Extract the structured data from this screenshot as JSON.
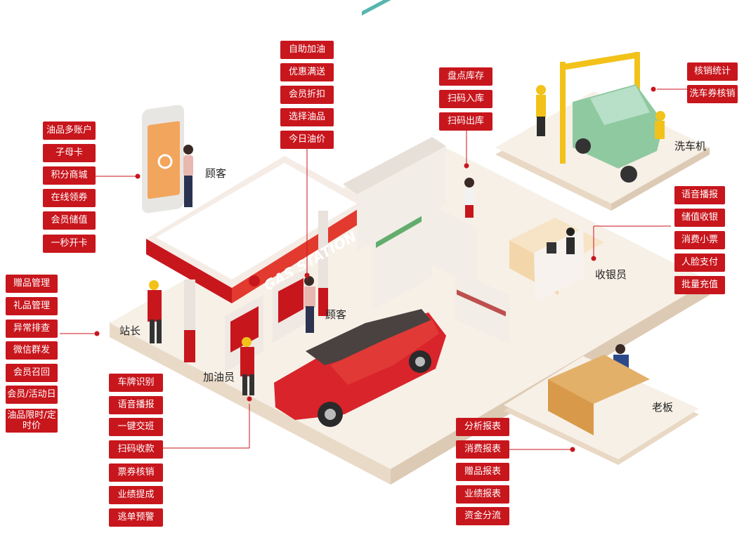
{
  "roles": {
    "customer_top": "顾客",
    "customer_mid": "顾客",
    "station_master": "站长",
    "fuel_attendant": "加油员",
    "cashier": "收银员",
    "car_wash": "洗车机",
    "boss": "老板"
  },
  "sign_text": "GAS STATION",
  "customer_features": [
    "油品多账户",
    "子母卡",
    "积分商城",
    "在线领券",
    "会员储值",
    "一秒开卡"
  ],
  "station_master_features": [
    "赠品管理",
    "礼品管理",
    "异常排查",
    "微信群发",
    "会员召回",
    "会员/活动日",
    "油品限时/定\n时价"
  ],
  "top_center_features": [
    "自助加油",
    "优惠满送",
    "会员折扣",
    "选择油品",
    "今日油价"
  ],
  "inventory_features": [
    "盘点库存",
    "扫码入库",
    "扫码出库"
  ],
  "car_wash_features": [
    "核销统计",
    "洗车券核销"
  ],
  "cashier_features": [
    "语音播报",
    "储值收银",
    "消费小票",
    "人脸支付",
    "批量充值"
  ],
  "attendant_features": [
    "车牌识别",
    "语音播报",
    "一键交班",
    "扫码收款",
    "票券核销",
    "业绩提成",
    "逃单预警"
  ],
  "boss_features": [
    "分析报表",
    "消费报表",
    "赠品报表",
    "业绩报表",
    "资金分流"
  ],
  "colors": {
    "accent": "#c8161d",
    "floor": "#f6efe6",
    "edge": "#e8d8c4"
  }
}
